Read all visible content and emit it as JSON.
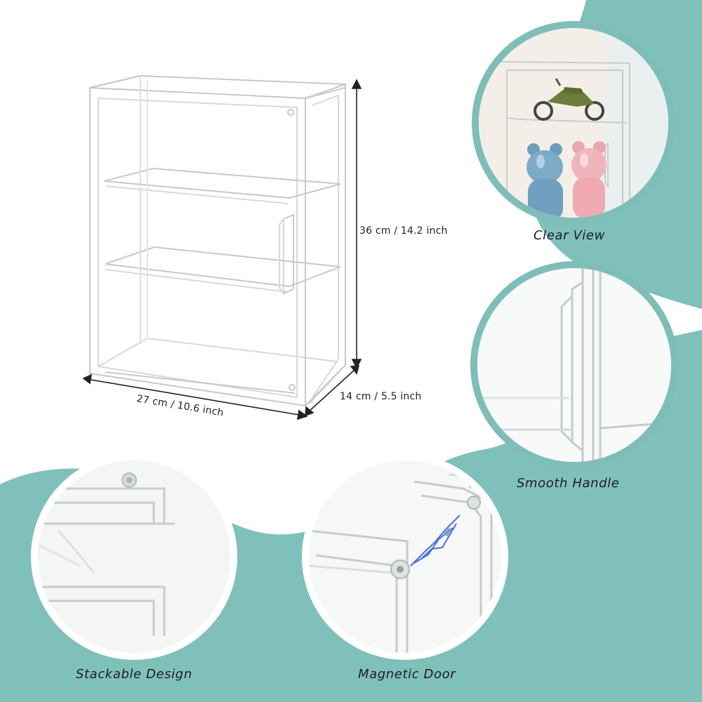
{
  "dimensions": {
    "height": "36 cm / 14.2 inch",
    "width": "27 cm / 10.6 inch",
    "depth": "14 cm / 5.5 inch"
  },
  "features": {
    "clear_view": "Clear View",
    "smooth_handle": "Smooth Handle",
    "stackable_design": "Stackable Design",
    "magnetic_door": "Magnetic Door"
  },
  "colors": {
    "accent_teal": "#80c0bb",
    "circle_border": "#7fbdb8",
    "outline_gray": "#c9cccd"
  },
  "icons": [
    "display-case-illustration",
    "motorcycle-figure",
    "bear-figure-blue",
    "bear-figure-pink",
    "magnet-spark"
  ]
}
